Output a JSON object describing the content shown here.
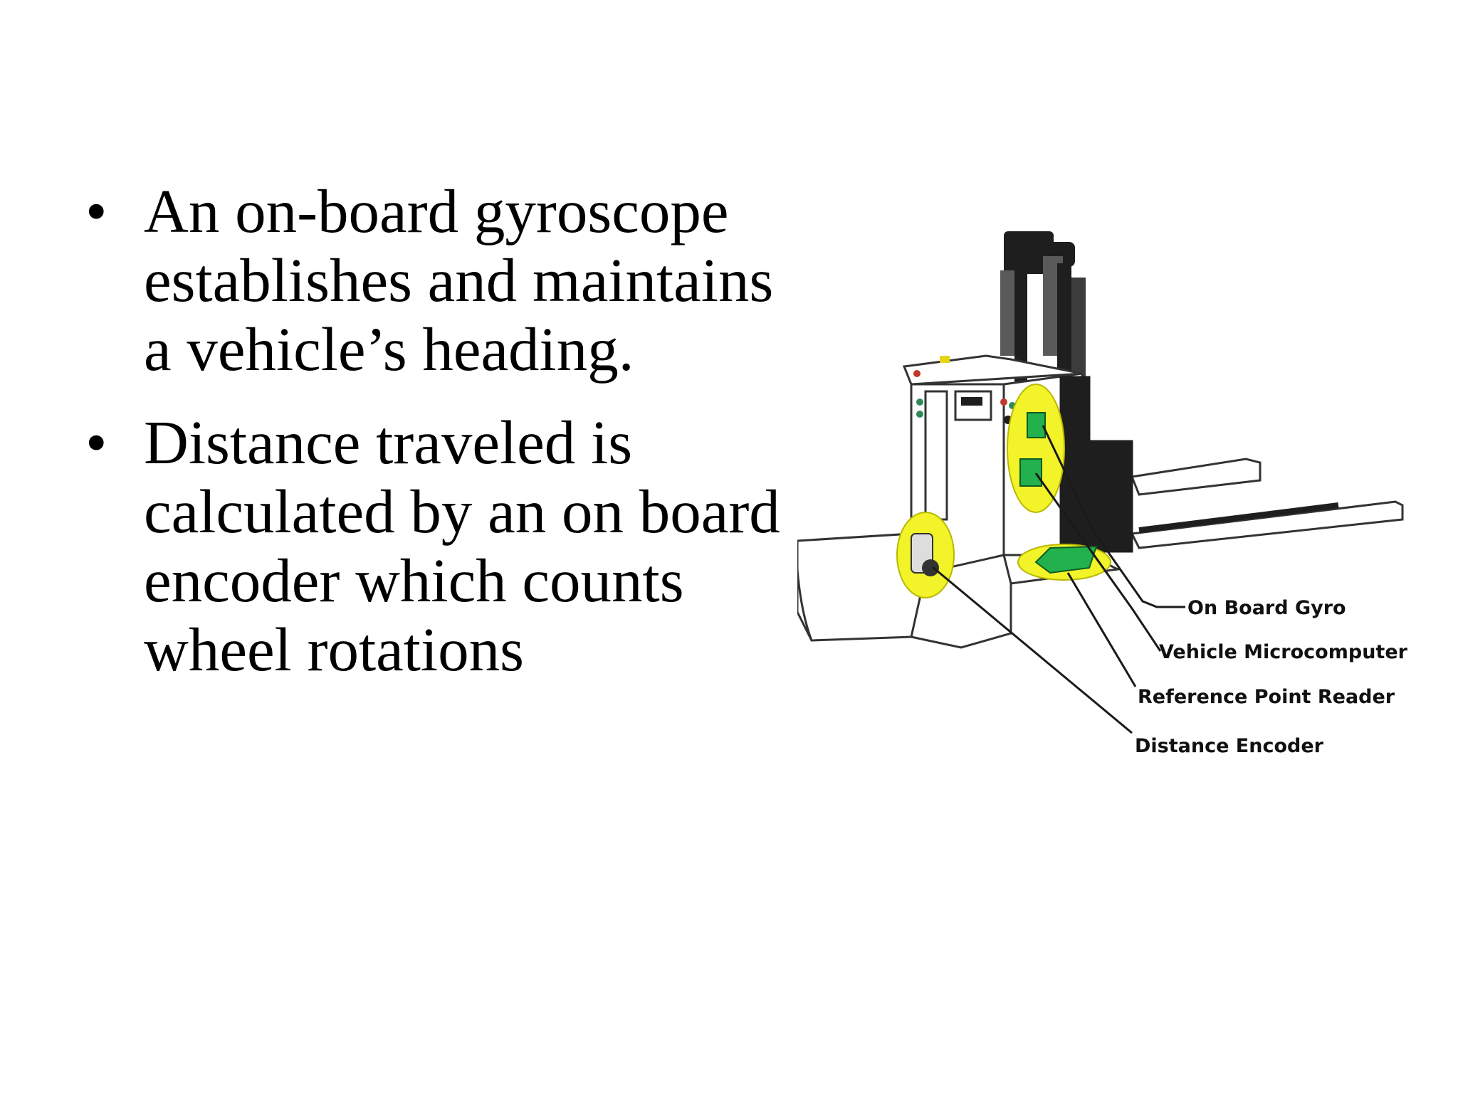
{
  "slide": {
    "bullets": [
      "An on-board gyroscope establishes and maintains a vehicle’s heading.",
      "Distance traveled is calculated by an on board encoder which counts wheel rotations"
    ],
    "bullet_symbol": "•"
  },
  "diagram": {
    "labels": {
      "gyro": "On Board Gyro",
      "microcomputer": "Vehicle Microcomputer",
      "reader": "Reference Point Reader",
      "encoder": "Distance Encoder"
    },
    "colors": {
      "highlight": "#f3f32a",
      "component": "#22b14c",
      "outline": "#333333",
      "mast": "#1e1e1e"
    }
  }
}
